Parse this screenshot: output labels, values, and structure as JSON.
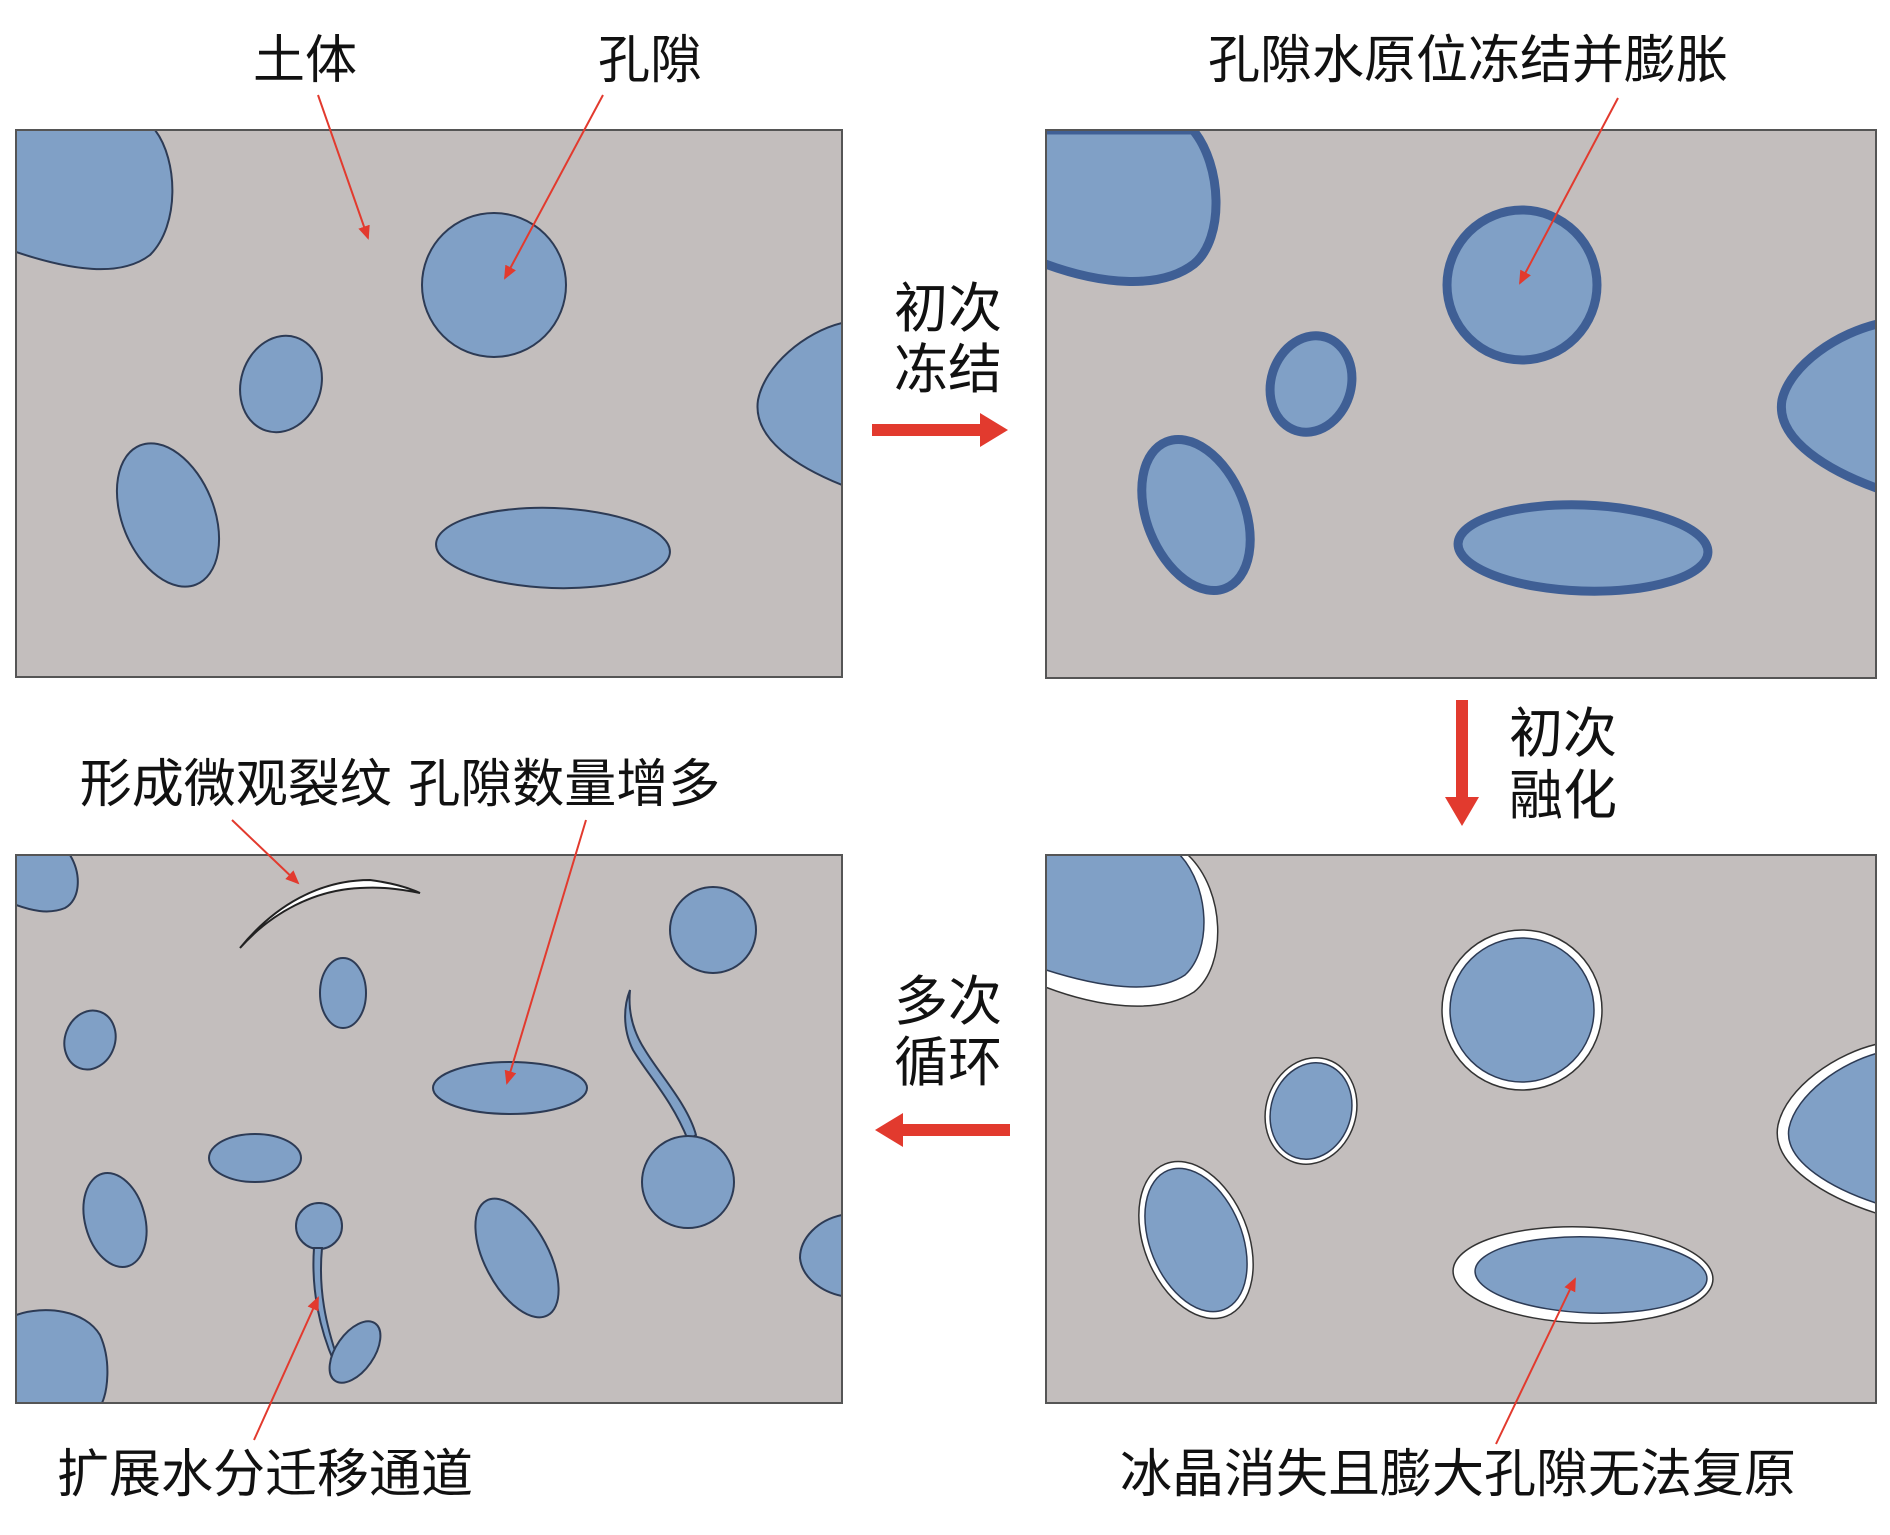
{
  "labels": {
    "soil": "土体",
    "pore": "孔隙",
    "freeze_expand": "孔隙水原位冻结并膨胀",
    "first_freeze_1": "初次",
    "first_freeze_2": "冻结",
    "first_thaw_1": "初次",
    "first_thaw_2": "融化",
    "multi_cycle_1": "多次",
    "multi_cycle_2": "循环",
    "cracks_more_pores": "形成微观裂纹 孔隙数量增多",
    "migration_channel": "扩展水分迁移通道",
    "ice_gone": "冰晶消失且膨大孔隙无法复原"
  },
  "colors": {
    "soil": "#c3bebd",
    "pore_water": "#80a0c6",
    "ice_rim": "#3f5f95",
    "arrow": "#e23a2e"
  }
}
